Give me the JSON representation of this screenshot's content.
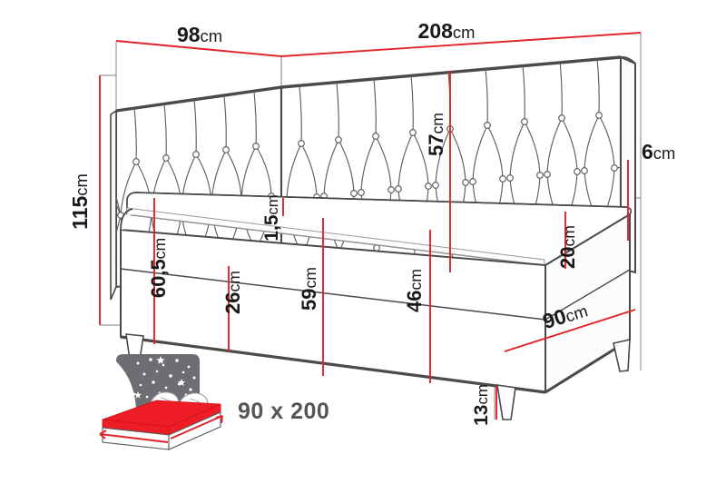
{
  "drawing": {
    "type": "technical-dimension-drawing",
    "subject": "upholstered-bed-with-tufted-headboard",
    "background_color": "#ffffff",
    "line_color": "#4a4a4a",
    "dimension_color": "#e1232a",
    "accent_color": "#e1232a"
  },
  "dimensions": {
    "width_front": {
      "value": "98",
      "unit": "cm",
      "label": "98cm"
    },
    "length_side": {
      "value": "208",
      "unit": "cm",
      "label": "208cm"
    },
    "total_height": {
      "value": "115",
      "unit": "cm",
      "label": "115cm"
    },
    "headboard_height": {
      "value": "57",
      "unit": "cm",
      "label": "57cm"
    },
    "headboard_thickness": {
      "value": "6",
      "unit": "cm",
      "label": "6cm"
    },
    "base_to_mattress_top": {
      "value": "60,5",
      "unit": "cm",
      "label": "60,5cm"
    },
    "drawer_height": {
      "value": "26",
      "unit": "cm",
      "label": "26cm"
    },
    "topper_thickness": {
      "value": "1,5",
      "unit": "cm",
      "label": "1,5cm"
    },
    "frame_height": {
      "value": "59",
      "unit": "cm",
      "label": "59cm"
    },
    "base_height": {
      "value": "46",
      "unit": "cm",
      "label": "46cm"
    },
    "mattress_thickness": {
      "value": "20",
      "unit": "cm",
      "label": "20cm"
    },
    "bed_width": {
      "value": "90",
      "unit": "cm",
      "label": "90cm"
    },
    "leg_height": {
      "value": "13",
      "unit": "cm",
      "label": "13cm"
    }
  },
  "mattress_icon": {
    "size_label": "90 x 200",
    "mattress_color": "#ee1c25",
    "headboard_color": "#6d6e71",
    "base_color": "#ffffff",
    "arrow_color": "#e1232a",
    "star_color": "#ffffff"
  },
  "labels": {
    "w98": "98",
    "l208": "208",
    "h115": "115",
    "hb57": "57",
    "th6": "6",
    "d605": "60,5",
    "d26": "26",
    "t15": "1,5",
    "f59": "59",
    "b46": "46",
    "m20": "20",
    "w90": "90",
    "leg13": "13",
    "cm": "cm",
    "mattress_size": "90 x 200"
  }
}
